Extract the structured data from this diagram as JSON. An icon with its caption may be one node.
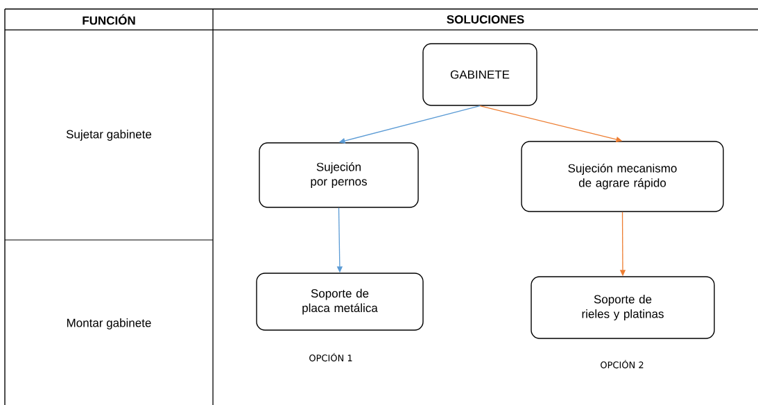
{
  "diagram": {
    "nodes": [
      {
        "text": [
          "GABINETE"
        ]
      },
      {
        "text": [
          "Sujeción por pernos"
        ]
      },
      {
        "text": [
          "Sujeción mecanismo de agrare rápido"
        ]
      },
      {
        "text": [
          "Soporte de placa metálica"
        ]
      },
      {
        "text": [
          "Soporte de rieles y platinas"
        ]
      }
    ],
    "edges": [
      {
        "from": 0,
        "to": 1,
        "arrow": "to",
        "color": "#5b9bd5"
      },
      {
        "from": 0,
        "to": 2,
        "arrow": "to",
        "color": "#ed7d31"
      },
      {
        "from": 1,
        "to": 3,
        "arrow": "to",
        "color": "#5b9bd5"
      },
      {
        "from": 2,
        "to": 4,
        "arrow": "to",
        "color": "#ed7d31"
      }
    ],
    "labels": [
      "FUNCIÓN",
      "SOLUCIONES",
      "Sujetar gabinete",
      "Montar gabinete",
      "OPCIÓN 1",
      "OPCIÓN 2"
    ]
  }
}
